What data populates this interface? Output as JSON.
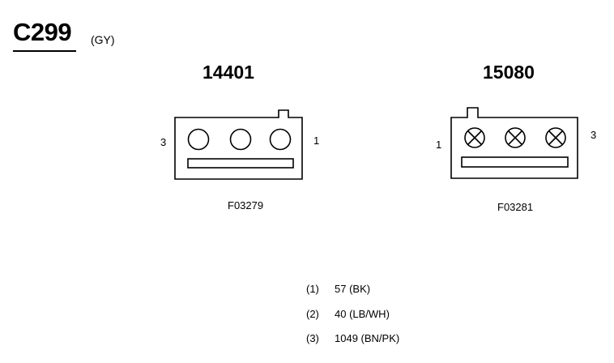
{
  "connector": {
    "id": "C299",
    "color": "(GY)"
  },
  "views": [
    {
      "part_number": "14401",
      "figure_code": "F03279",
      "left_pin_label": "3",
      "right_pin_label": "1",
      "terminal_style": "open-circle"
    },
    {
      "part_number": "15080",
      "figure_code": "F03281",
      "left_pin_label": "1",
      "right_pin_label": "3",
      "terminal_style": "crossed-circle"
    }
  ],
  "pinout": [
    {
      "pin": "(1)",
      "circuit": "57 (BK)"
    },
    {
      "pin": "(2)",
      "circuit": "40 (LB/WH)"
    },
    {
      "pin": "(3)",
      "circuit": "1049 (BN/PK)"
    }
  ]
}
